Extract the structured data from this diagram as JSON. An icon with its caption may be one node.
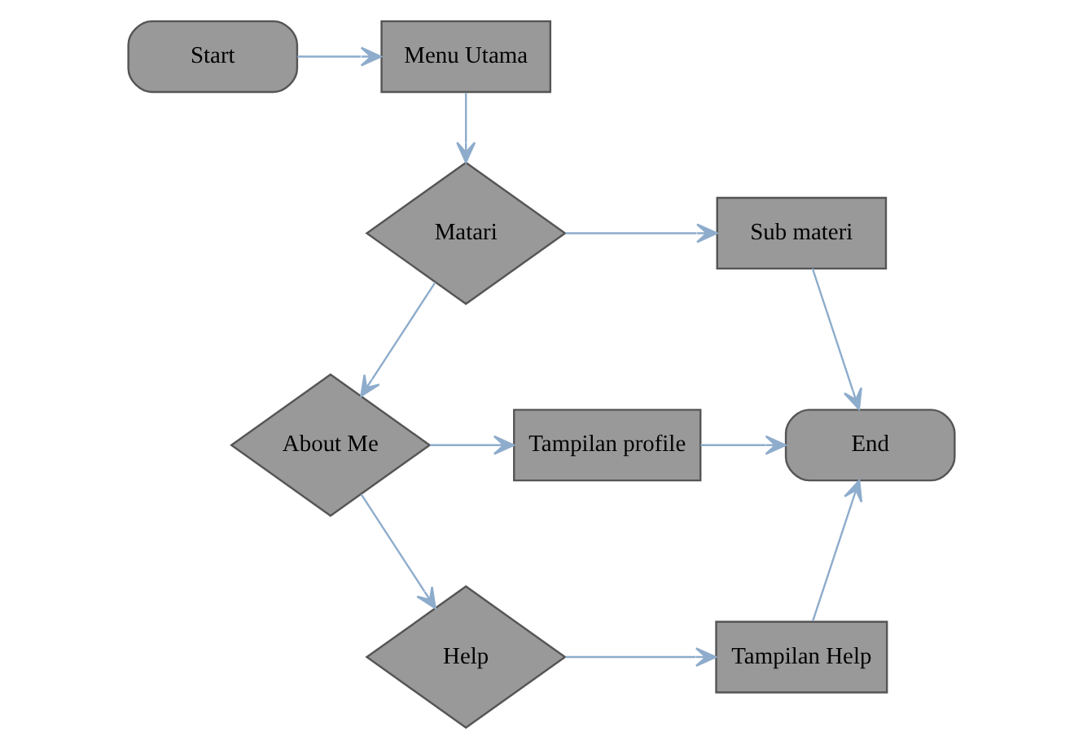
{
  "diagram": {
    "nodes": [
      {
        "text": [
          "Start"
        ]
      },
      {
        "text": [
          "Menu Utama"
        ]
      },
      {
        "text": [
          "Matari"
        ]
      },
      {
        "text": [
          "Sub materi"
        ]
      },
      {
        "text": [
          "About Me"
        ]
      },
      {
        "text": [
          "Tampilan profile"
        ]
      },
      {
        "text": [
          "Help"
        ]
      },
      {
        "text": [
          "Tampilan Help"
        ]
      },
      {
        "text": [
          "End"
        ]
      }
    ],
    "edges": [
      {
        "from": 0,
        "to": 1,
        "arrow": "to"
      },
      {
        "from": 1,
        "to": 2,
        "arrow": "to"
      },
      {
        "from": 2,
        "to": 3,
        "arrow": "to"
      },
      {
        "from": 2,
        "to": 4,
        "arrow": "to"
      },
      {
        "from": 4,
        "to": 5,
        "arrow": "to"
      },
      {
        "from": 4,
        "to": 6,
        "arrow": "to"
      },
      {
        "from": 6,
        "to": 7,
        "arrow": "to"
      },
      {
        "from": 3,
        "to": 8,
        "arrow": "to"
      },
      {
        "from": 5,
        "to": 8,
        "arrow": "to"
      },
      {
        "from": 7,
        "to": 8,
        "arrow": "to"
      }
    ]
  }
}
